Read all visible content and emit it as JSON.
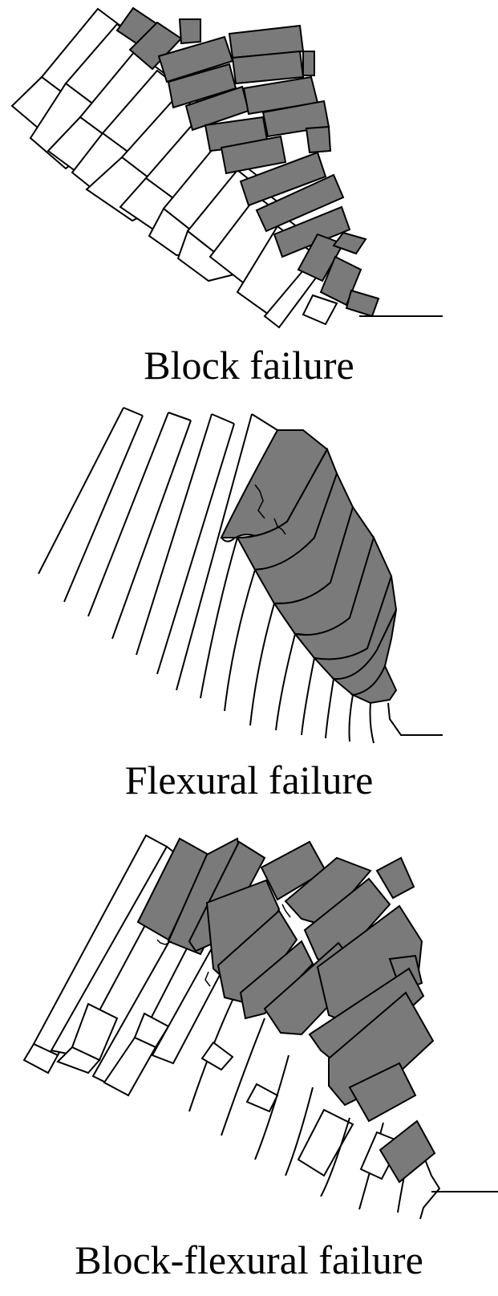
{
  "panels": [
    {
      "caption": "Block failure"
    },
    {
      "caption": "Flexural failure"
    },
    {
      "caption": "Block-flexural failure"
    }
  ],
  "colors": {
    "failed_block": "#7a7a7a",
    "intact_block": "#ffffff",
    "outline": "#000000"
  }
}
